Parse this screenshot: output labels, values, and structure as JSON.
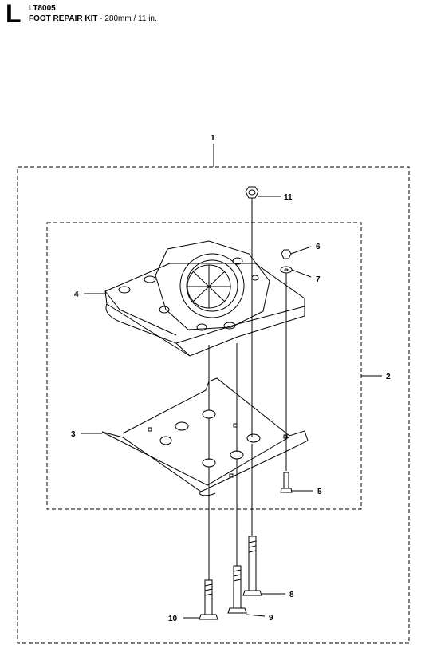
{
  "header": {
    "section_letter": "L",
    "model": "LT8005",
    "title_bold": "FOOT REPAIR KIT",
    "title_rest": " - 280mm / 11 in."
  },
  "callouts": {
    "c1": "1",
    "c2": "2",
    "c3": "3",
    "c4": "4",
    "c5": "5",
    "c6": "6",
    "c7": "7",
    "c8": "8",
    "c9": "9",
    "c10": "10",
    "c11": "11"
  }
}
